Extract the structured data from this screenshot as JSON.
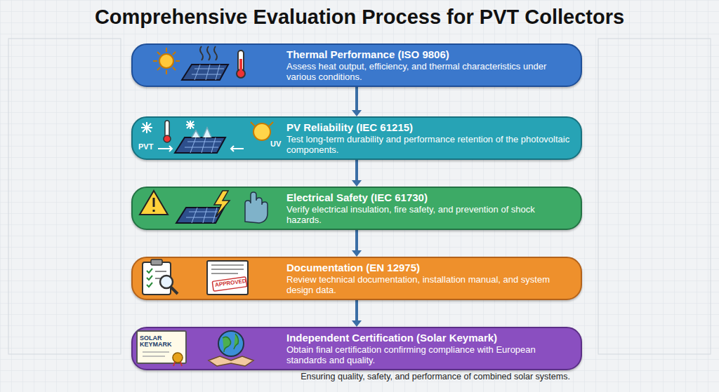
{
  "diagram": {
    "title": "Comprehensive Evaluation Process for PVT Collectors",
    "caption": "Ensuring quality, safety, and performance of combined solar systems.",
    "nodes": [
      {
        "text": [
          "Thermal Performance (ISO 9806)",
          "Assess heat output, efficiency, and thermal characteristics under various conditions."
        ]
      },
      {
        "text": [
          "PV Reliability (IEC 61215)",
          "Test long-term durability and performance retention of the photovoltaic components."
        ]
      },
      {
        "text": [
          "Electrical Safety (IEC 61730)",
          "Verify electrical insulation, fire safety, and prevention of shock hazards."
        ]
      },
      {
        "text": [
          "Documentation (EN 12975)",
          "Review technical documentation, installation manual, and system design data."
        ]
      },
      {
        "text": [
          "Independent Certification (Solar Keymark)",
          "Obtain final certification confirming compliance with European standards and quality."
        ]
      }
    ],
    "edges": [
      {
        "from": 0,
        "to": 1,
        "arrow": "to"
      },
      {
        "from": 1,
        "to": 2,
        "arrow": "to"
      },
      {
        "from": 2,
        "to": 3,
        "arrow": "to"
      },
      {
        "from": 3,
        "to": 4,
        "arrow": "to"
      }
    ],
    "labels": [
      "PVT",
      "UV",
      "APPROVED",
      "SOLAR KEYMARK"
    ]
  }
}
